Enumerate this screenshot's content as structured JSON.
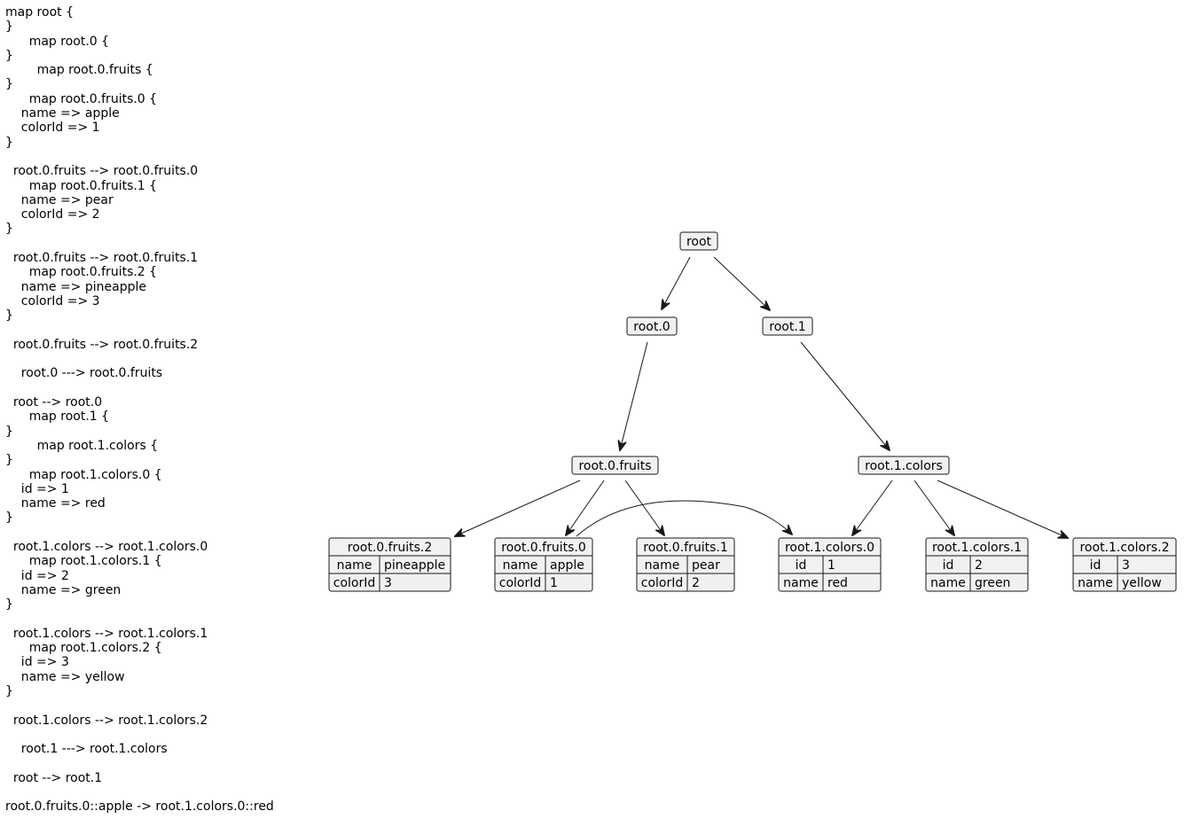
{
  "source": {
    "lines": [
      "map root {",
      "}",
      "      map root.0 {",
      "}",
      "        map root.0.fruits {",
      "}",
      "      map root.0.fruits.0 {",
      "    name => apple",
      "    colorId => 1",
      "}",
      "",
      "  root.0.fruits --> root.0.fruits.0",
      "      map root.0.fruits.1 {",
      "    name => pear",
      "    colorId => 2",
      "}",
      "",
      "  root.0.fruits --> root.0.fruits.1",
      "      map root.0.fruits.2 {",
      "    name => pineapple",
      "    colorId => 3",
      "}",
      "",
      "  root.0.fruits --> root.0.fruits.2",
      "",
      "    root.0 ---> root.0.fruits",
      "",
      "  root --> root.0",
      "      map root.1 {",
      "}",
      "        map root.1.colors {",
      "}",
      "      map root.1.colors.0 {",
      "    id => 1",
      "    name => red",
      "}",
      "",
      "  root.1.colors --> root.1.colors.0",
      "      map root.1.colors.1 {",
      "    id => 2",
      "    name => green",
      "}",
      "",
      "  root.1.colors --> root.1.colors.1",
      "      map root.1.colors.2 {",
      "    id => 3",
      "    name => yellow",
      "}",
      "",
      "  root.1.colors --> root.1.colors.2",
      "",
      "    root.1 ---> root.1.colors",
      "",
      "  root --> root.1",
      "",
      "root.0.fruits.0::apple -> root.1.colors.0::red"
    ]
  },
  "diagram": {
    "nodes": {
      "root": {
        "title": "root"
      },
      "root_0": {
        "title": "root.0"
      },
      "root_1": {
        "title": "root.1"
      },
      "root_0_fruits": {
        "title": "root.0.fruits"
      },
      "root_1_colors": {
        "title": "root.1.colors"
      },
      "fruits_2": {
        "title": "root.0.fruits.2",
        "rows": [
          [
            "name",
            "pineapple"
          ],
          [
            "colorId",
            "3"
          ]
        ]
      },
      "fruits_0": {
        "title": "root.0.fruits.0",
        "rows": [
          [
            "name",
            "apple"
          ],
          [
            "colorId",
            "1"
          ]
        ]
      },
      "fruits_1": {
        "title": "root.0.fruits.1",
        "rows": [
          [
            "name",
            "pear"
          ],
          [
            "colorId",
            "2"
          ]
        ]
      },
      "colors_0": {
        "title": "root.1.colors.0",
        "rows": [
          [
            "id",
            "1"
          ],
          [
            "name",
            "red"
          ]
        ]
      },
      "colors_1": {
        "title": "root.1.colors.1",
        "rows": [
          [
            "id",
            "2"
          ],
          [
            "name",
            "green"
          ]
        ]
      },
      "colors_2": {
        "title": "root.1.colors.2",
        "rows": [
          [
            "id",
            "3"
          ],
          [
            "name",
            "yellow"
          ]
        ]
      }
    },
    "edges": [
      {
        "from": "root",
        "to": "root.0"
      },
      {
        "from": "root",
        "to": "root.1"
      },
      {
        "from": "root.0",
        "to": "root.0.fruits"
      },
      {
        "from": "root.1",
        "to": "root.1.colors"
      },
      {
        "from": "root.0.fruits",
        "to": "root.0.fruits.2"
      },
      {
        "from": "root.0.fruits",
        "to": "root.0.fruits.0"
      },
      {
        "from": "root.0.fruits",
        "to": "root.0.fruits.1"
      },
      {
        "from": "root.1.colors",
        "to": "root.1.colors.0"
      },
      {
        "from": "root.1.colors",
        "to": "root.1.colors.1"
      },
      {
        "from": "root.1.colors",
        "to": "root.1.colors.2"
      },
      {
        "from": "root.0.fruits.0::apple",
        "to": "root.1.colors.0::red"
      }
    ]
  }
}
